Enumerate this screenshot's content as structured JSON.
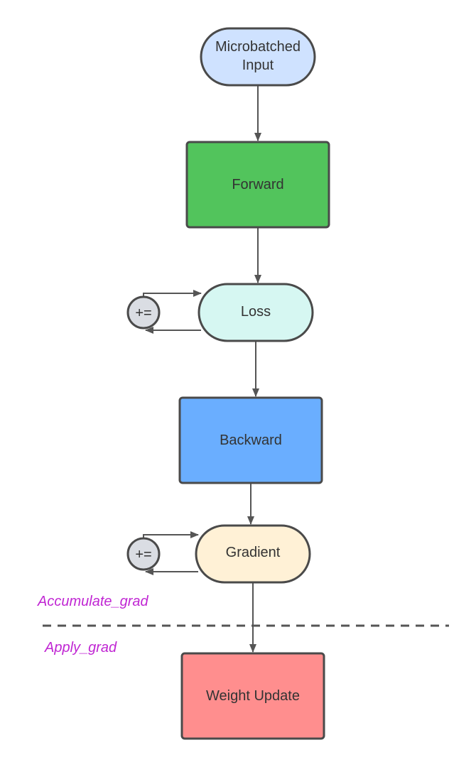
{
  "colors": {
    "stroke": "#4a4a4a",
    "edge": "#555555",
    "phase_label": "#c026d3",
    "divider": "#555555",
    "accumulator_fill": "#dadde3"
  },
  "nodes": {
    "input": {
      "line1": "Microbatched",
      "line2": "Input",
      "fill": "#cfe2ff"
    },
    "forward": {
      "label": "Forward",
      "fill": "#52c45c"
    },
    "loss": {
      "label": "Loss",
      "fill": "#d6f7f2"
    },
    "backward": {
      "label": "Backward",
      "fill": "#6aaeff"
    },
    "gradient": {
      "label": "Gradient",
      "fill": "#fff1d6"
    },
    "weight_update": {
      "label": "Weight Update",
      "fill": "#ff8e8e"
    }
  },
  "accumulators": {
    "loss": {
      "label": "+="
    },
    "gradient": {
      "label": "+="
    }
  },
  "phases": {
    "accumulate": "Accumulate_grad",
    "apply": "Apply_grad"
  }
}
